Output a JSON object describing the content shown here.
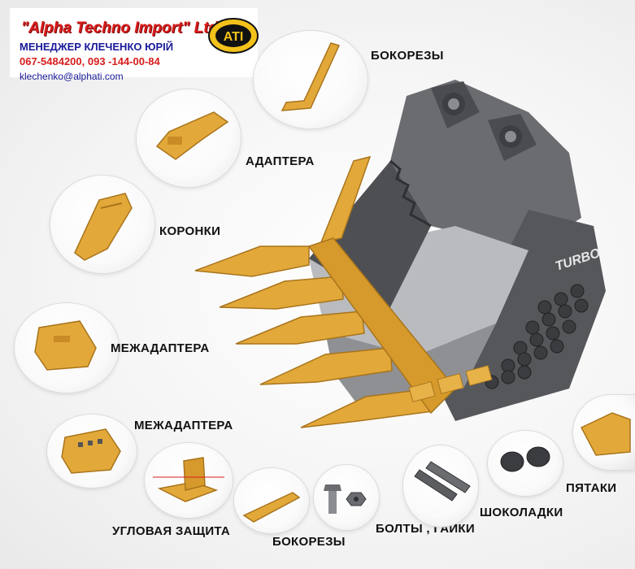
{
  "header": {
    "company": "\"Alpha Techno Import\" Ltd",
    "logo_text": "ATI",
    "manager": "МЕНЕДЖЕР КЛЕЧЕНКО ЮРІЙ",
    "phones": "067-5484200, 093 -144-00-84",
    "email": "klechenko@alphati.com"
  },
  "labels": {
    "side_cutters_top": "БОКОРЕЗЫ",
    "adapters": "АДАПТЕРА",
    "teeth": "КОРОНКИ",
    "interadapter_1": "МЕЖАДАПТЕРА",
    "interadapter_2": "МЕЖАДАПТЕРА",
    "corner_protection": "УГЛОВАЯ ЗАЩИТА",
    "side_cutters_bottom": "БОКОРЕЗЫ",
    "bolts_nuts": "БОЛТЫ , ГАЙКИ",
    "chocolates": "ШОКОЛАДКИ",
    "heel_buttons": "ПЯТАКИ"
  },
  "bucket_brand": "TURBO",
  "colors": {
    "part_yellow": "#e2a93a",
    "part_shadow": "#a9741c",
    "bucket_gray": "#5b5d60",
    "brand_red": "#d81c1c",
    "brand_blue": "#1a1a9a"
  }
}
